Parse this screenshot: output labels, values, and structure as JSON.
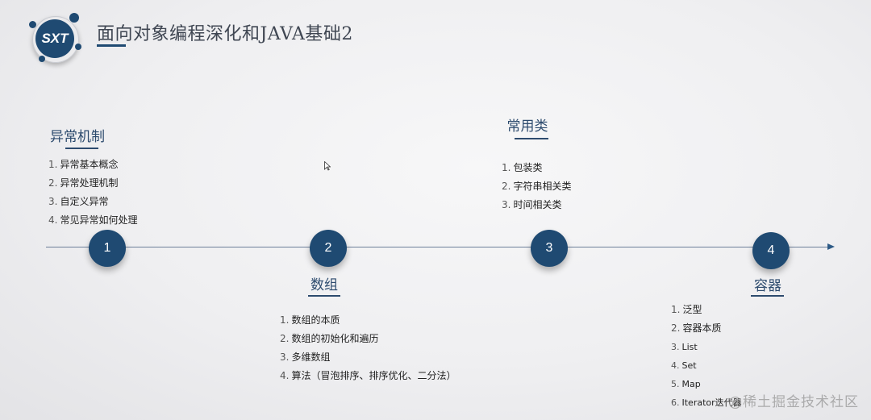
{
  "header": {
    "logo_text": "SXT",
    "title": "面向对象编程深化和JAVA基础2"
  },
  "timeline": {
    "nodes": [
      {
        "number": "1",
        "heading": "异常机制",
        "items": [
          {
            "num": "1.",
            "text": "异常基本概念"
          },
          {
            "num": "2.",
            "text": "异常处理机制"
          },
          {
            "num": "3.",
            "text": "自定义异常"
          },
          {
            "num": "4.",
            "text": "常见异常如何处理"
          }
        ]
      },
      {
        "number": "2",
        "heading": "数组",
        "items": [
          {
            "num": "1.",
            "text": "数组的本质"
          },
          {
            "num": "2.",
            "text": "数组的初始化和遍历"
          },
          {
            "num": "3.",
            "text": "多维数组"
          },
          {
            "num": "4.",
            "text": "算法（冒泡排序、排序优化、二分法）"
          }
        ]
      },
      {
        "number": "3",
        "heading": "常用类",
        "items": [
          {
            "num": "1.",
            "text": "包装类"
          },
          {
            "num": "2.",
            "text": "字符串相关类"
          },
          {
            "num": "3.",
            "text": "时间相关类"
          }
        ]
      },
      {
        "number": "4",
        "heading": "容器",
        "items": [
          {
            "num": "1.",
            "text": "泛型"
          },
          {
            "num": "2.",
            "text": "容器本质"
          },
          {
            "num": "3.",
            "text": "List"
          },
          {
            "num": "4.",
            "text": "Set"
          },
          {
            "num": "5.",
            "text": "Map"
          },
          {
            "num": "6.",
            "text": "Iterator迭代器"
          }
        ]
      }
    ]
  },
  "watermark": "@稀土掘金技术社区",
  "colors": {
    "accent": "#1f4a72",
    "heading": "#2d4b6e",
    "line": "#6d7f99"
  }
}
